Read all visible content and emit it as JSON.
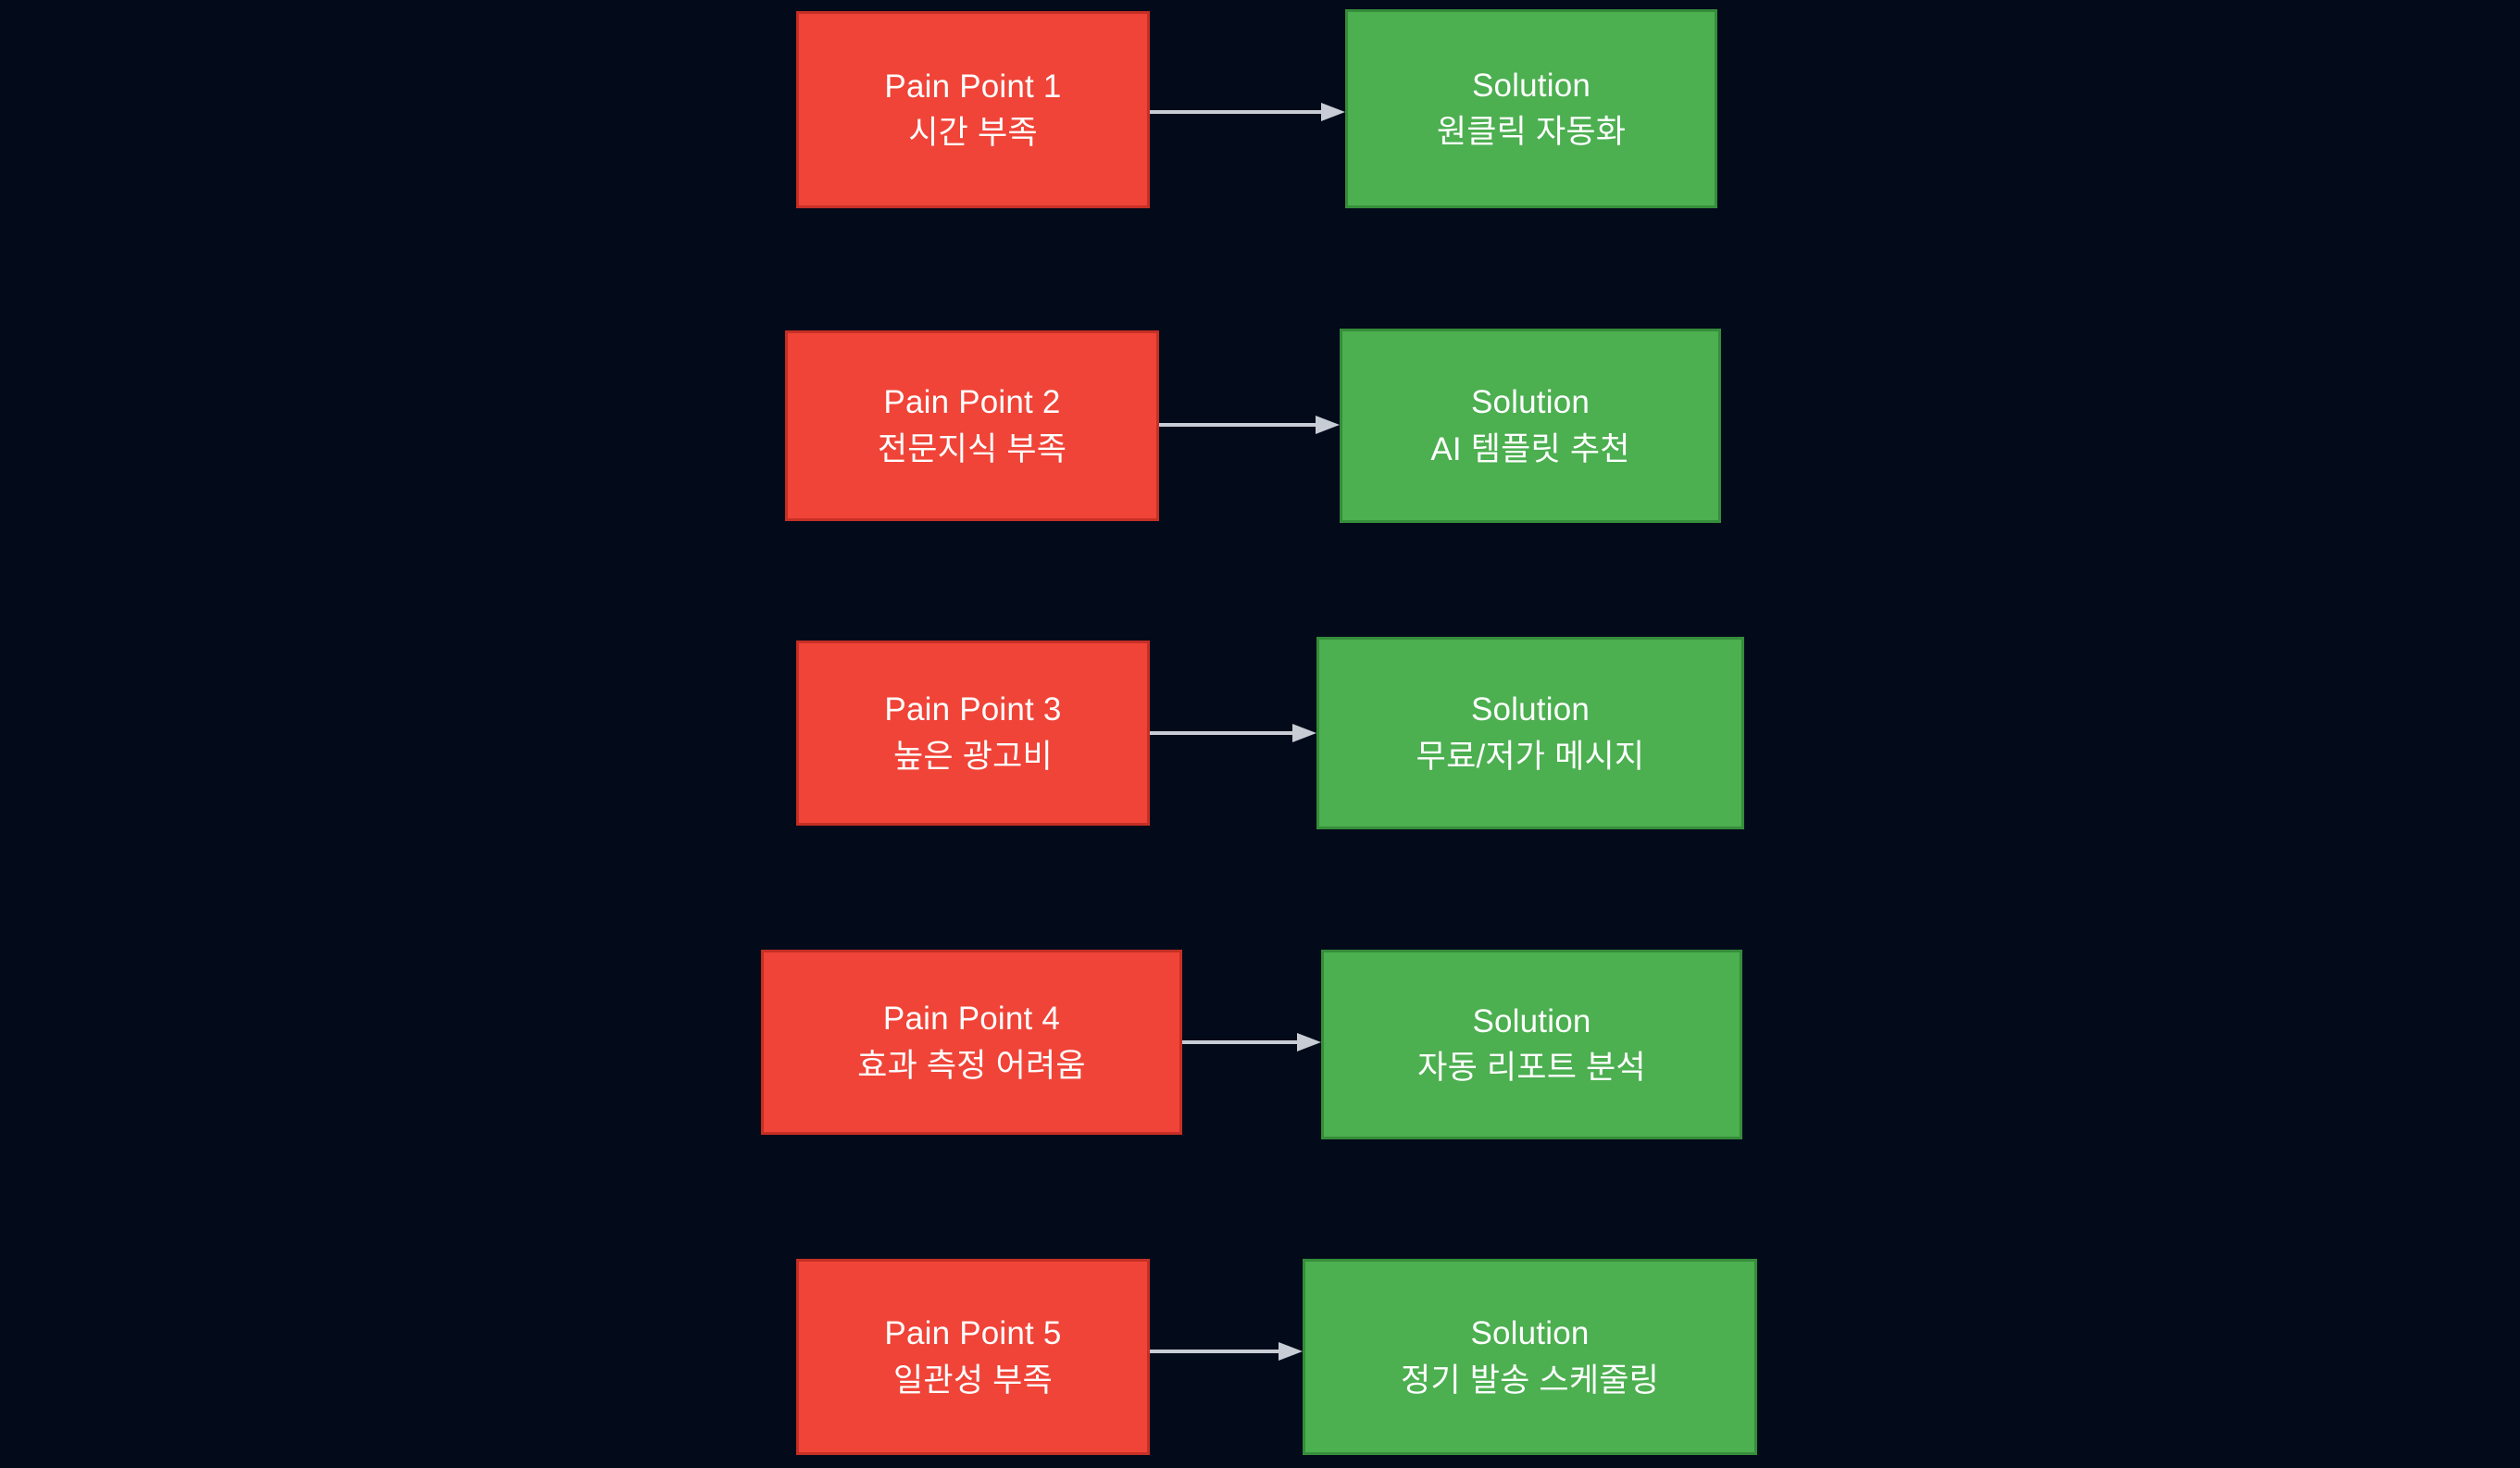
{
  "diagram": {
    "type": "flowchart",
    "orientation": "left-to-right pairs, stacked vertically",
    "background_color": "#030a1a",
    "pain_color": "#f04438",
    "pain_border_color": "#c62f25",
    "solution_color": "#4caf50",
    "solution_border_color": "#358d3a",
    "arrow_color": "#c8ccd4",
    "text_color": "#ffffff",
    "row_count": 5
  },
  "rows": [
    {
      "id": "row-1",
      "pain": {
        "title": "Pain Point 1",
        "detail": "시간 부족"
      },
      "solution": {
        "title": "Solution",
        "detail": "원클릭 자동화"
      },
      "arrow": {
        "from": "Pain Point 1",
        "to": "Solution",
        "direction": "right"
      }
    },
    {
      "id": "row-2",
      "pain": {
        "title": "Pain Point 2",
        "detail": "전문지식 부족"
      },
      "solution": {
        "title": "Solution",
        "detail": "AI 템플릿 추천"
      },
      "arrow": {
        "from": "Pain Point 2",
        "to": "Solution",
        "direction": "right"
      }
    },
    {
      "id": "row-3",
      "pain": {
        "title": "Pain Point 3",
        "detail": "높은 광고비"
      },
      "solution": {
        "title": "Solution",
        "detail": "무료/저가 메시지"
      },
      "arrow": {
        "from": "Pain Point 3",
        "to": "Solution",
        "direction": "right"
      }
    },
    {
      "id": "row-4",
      "pain": {
        "title": "Pain Point 4",
        "detail": "효과 측정 어려움"
      },
      "solution": {
        "title": "Solution",
        "detail": "자동 리포트 분석"
      },
      "arrow": {
        "from": "Pain Point 4",
        "to": "Solution",
        "direction": "right"
      }
    },
    {
      "id": "row-5",
      "pain": {
        "title": "Pain Point 5",
        "detail": "일관성 부족"
      },
      "solution": {
        "title": "Solution",
        "detail": "정기 발송 스케줄링"
      },
      "arrow": {
        "from": "Pain Point 5",
        "to": "Solution",
        "direction": "right"
      }
    }
  ]
}
